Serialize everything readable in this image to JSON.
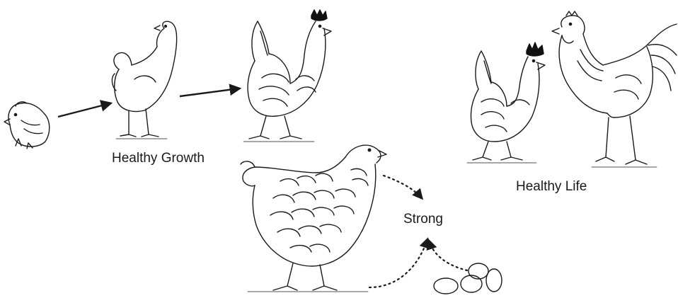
{
  "labels": {
    "healthy_growth": "Healthy Growth",
    "healthy_life": "Healthy Life",
    "strong": "Strong"
  },
  "colors": {
    "line": "#1a1a1a",
    "comb": "#111111",
    "background": "#ffffff"
  },
  "stages": [
    "chick",
    "young-pullet",
    "adult-hen",
    "laying-hen",
    "eggs",
    "hen-and-rooster"
  ]
}
